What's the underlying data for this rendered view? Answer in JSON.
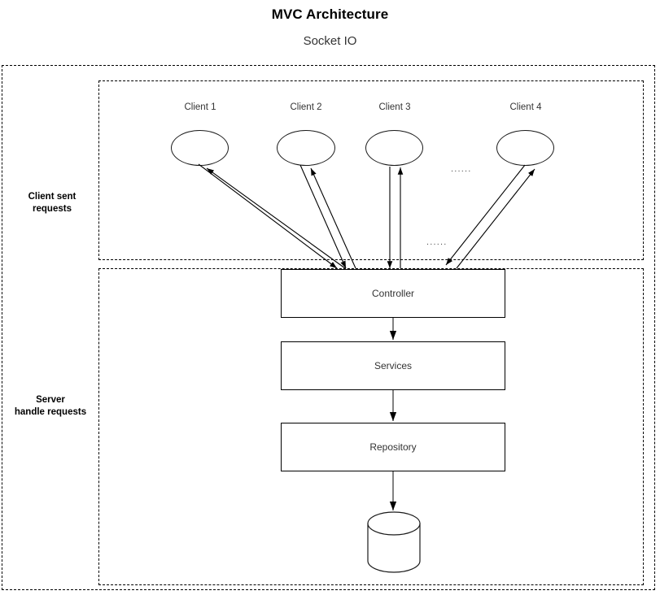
{
  "header": {
    "title": "MVC Architecture",
    "subtitle": "Socket IO"
  },
  "zones": [
    {
      "id": "client-zone",
      "label": "Client sent\nrequests"
    },
    {
      "id": "server-zone",
      "label": "Server\nhandle requests"
    }
  ],
  "clients": [
    {
      "label": "Client 1"
    },
    {
      "label": "Client 2"
    },
    {
      "label": "Client 3"
    },
    {
      "label": "Client 4"
    }
  ],
  "ellipsis": [
    {
      "text": "......"
    },
    {
      "text": "......"
    }
  ],
  "layers": [
    {
      "label": "Controller"
    },
    {
      "label": "Services"
    },
    {
      "label": "Repository"
    }
  ],
  "database": {
    "label": ""
  },
  "colors": {
    "stroke": "#000000",
    "shape_stroke": "#1a1a1a",
    "text": "#333333",
    "background": "#ffffff"
  }
}
